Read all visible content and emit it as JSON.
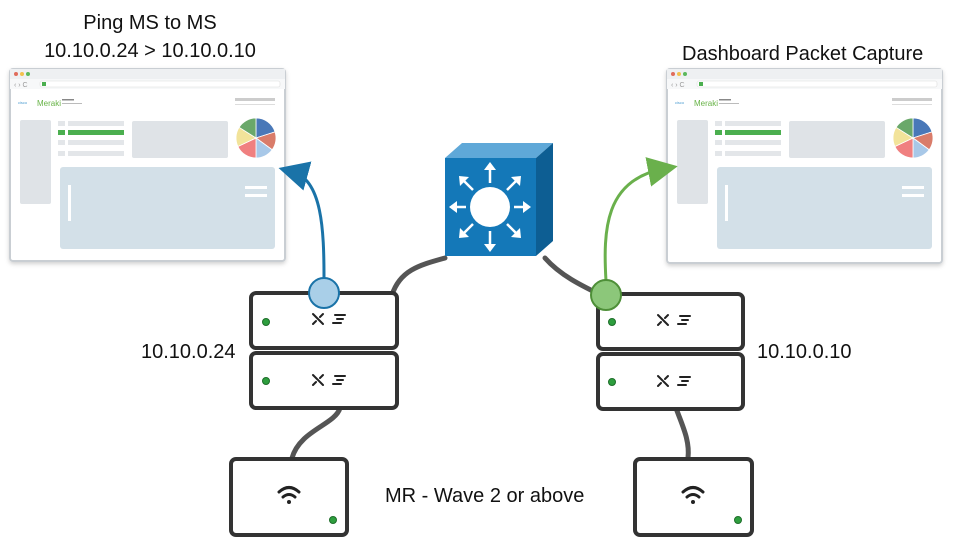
{
  "labels": {
    "left_title_line1": "Ping MS to MS",
    "left_title_line2": "10.10.0.24 > 10.10.0.10",
    "right_title": "Dashboard Packet Capture",
    "left_ip": "10.10.0.24",
    "right_ip": "10.10.0.10",
    "mr_caption": "MR - Wave 2 or above"
  },
  "browser_brand": "Meraki",
  "brand_logo_text": "cisco",
  "colors": {
    "device_border": "#333333",
    "device_led": "#2e9e3e",
    "core_switch": "#1478b8",
    "left_arrow": "#1a73a8",
    "left_tap": "#a9cfe8",
    "right_arrow": "#6ab04c",
    "right_tap": "#8cc77a",
    "cable": "#555555",
    "browser_panel": "#dfe3e7",
    "browser_main_panel": "#d3e0e8",
    "green_bar": "#4caf50"
  },
  "icons": {
    "switch_port_icon": "ms-switch-icon",
    "wifi_icon": "wifi-icon",
    "core_icon": "core-switch-arrows-icon"
  },
  "pie_slices": [
    {
      "value": 20,
      "color": "#4a78b8"
    },
    {
      "value": 15,
      "color": "#d97b6a"
    },
    {
      "value": 15,
      "color": "#a8c8e8"
    },
    {
      "value": 18,
      "color": "#f08080"
    },
    {
      "value": 16,
      "color": "#f2e39a"
    },
    {
      "value": 16,
      "color": "#6aa86a"
    }
  ]
}
